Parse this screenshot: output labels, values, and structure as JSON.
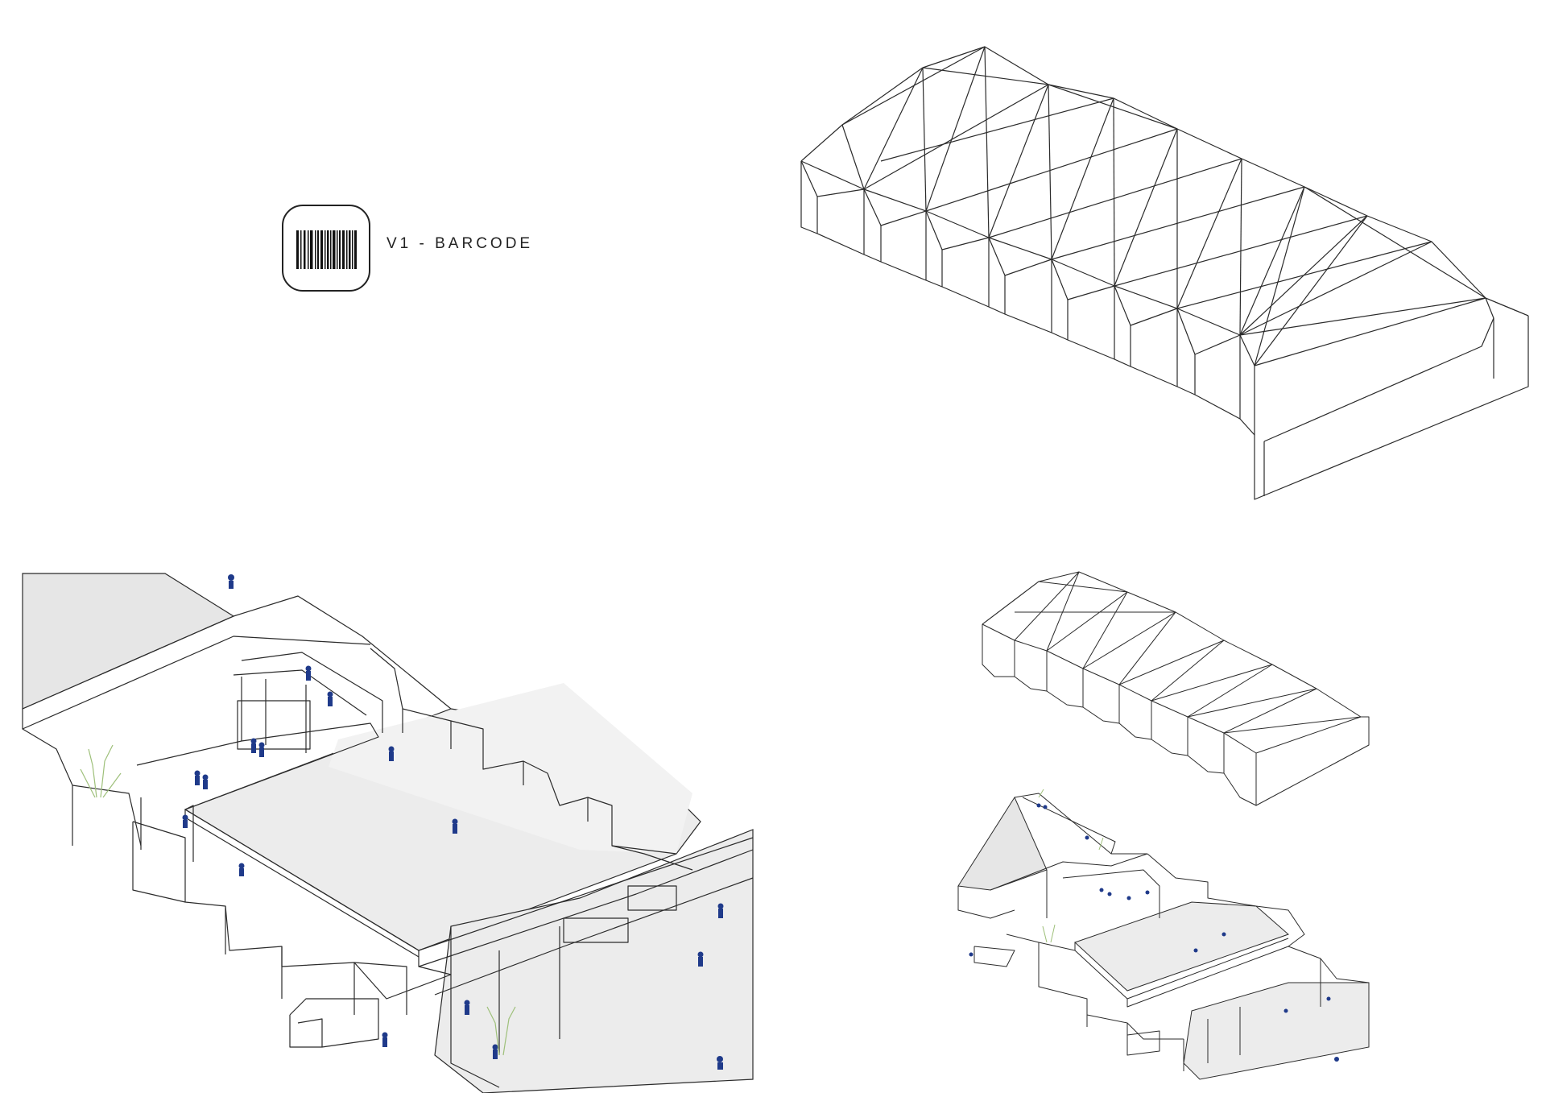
{
  "sheet": {
    "version_label": "V1 - BARCODE",
    "logo_icon": "barcode-icon"
  },
  "colors": {
    "line": "#2b2b2b",
    "floor": "#e6e6e6",
    "people": "#1f3a8a",
    "vegetation": "#9ec07a"
  },
  "views": [
    {
      "name": "folded-roof-axonometric"
    },
    {
      "name": "cutaway-interior-axonometric"
    },
    {
      "name": "exploded-roof-axonometric"
    },
    {
      "name": "exploded-base-axonometric"
    }
  ]
}
